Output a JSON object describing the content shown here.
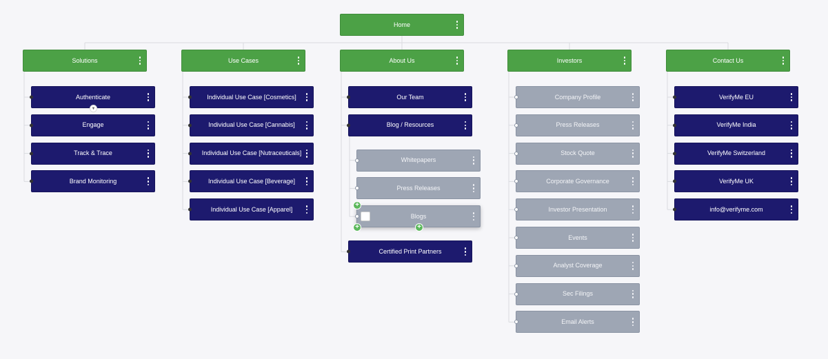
{
  "colors": {
    "green": "#4ca146",
    "navy": "#1d1a6e",
    "gray": "#9ea6b4",
    "line": "#d9dbe0"
  },
  "icons": {
    "menu": "kebab-menu-icon",
    "add": "plus-icon",
    "collapse": "chevron-down-icon"
  },
  "root": {
    "label": "Home"
  },
  "columns": [
    {
      "label": "Solutions",
      "children": [
        {
          "label": "Authenticate",
          "style": "navy"
        },
        {
          "label": "Engage",
          "style": "navy"
        },
        {
          "label": "Track & Trace",
          "style": "navy"
        },
        {
          "label": "Brand Monitoring",
          "style": "navy"
        }
      ]
    },
    {
      "label": "Use Cases",
      "children": [
        {
          "label": "Individual Use Case [Cosmetics]",
          "style": "navy"
        },
        {
          "label": "Individual Use Case [Cannabis]",
          "style": "navy"
        },
        {
          "label": "Individual Use Case [Nutraceuticals]",
          "style": "navy"
        },
        {
          "label": "Individual Use Case [Beverage]",
          "style": "navy"
        },
        {
          "label": "Individual Use Case [Apparel]",
          "style": "navy"
        }
      ]
    },
    {
      "label": "About Us",
      "children": [
        {
          "label": "Our Team",
          "style": "navy"
        },
        {
          "label": "Blog / Resources",
          "style": "navy",
          "children": [
            {
              "label": "Whitepapers",
              "style": "gray"
            },
            {
              "label": "Press Releases",
              "style": "gray"
            },
            {
              "label": "Blogs",
              "style": "gray",
              "selected": true
            }
          ]
        },
        {
          "label": "Certified Print Partners",
          "style": "navy"
        }
      ]
    },
    {
      "label": "Investors",
      "children": [
        {
          "label": "Company Profile",
          "style": "gray"
        },
        {
          "label": "Press Releases",
          "style": "gray"
        },
        {
          "label": "Stock Quote",
          "style": "gray"
        },
        {
          "label": "Corporate Governance",
          "style": "gray"
        },
        {
          "label": "Investor Presentation",
          "style": "gray"
        },
        {
          "label": "Events",
          "style": "gray"
        },
        {
          "label": "Analyst Coverage",
          "style": "gray"
        },
        {
          "label": "Sec Filings",
          "style": "gray"
        },
        {
          "label": "Email Alerts",
          "style": "gray"
        }
      ]
    },
    {
      "label": "Contact Us",
      "children": [
        {
          "label": "VerifyMe EU",
          "style": "navy"
        },
        {
          "label": "VerifyMe India",
          "style": "navy"
        },
        {
          "label": "VerifyMe Switzerland",
          "style": "navy"
        },
        {
          "label": "VerifyMe UK",
          "style": "navy"
        },
        {
          "label": "info@verifyme.com",
          "style": "navy"
        }
      ]
    }
  ]
}
